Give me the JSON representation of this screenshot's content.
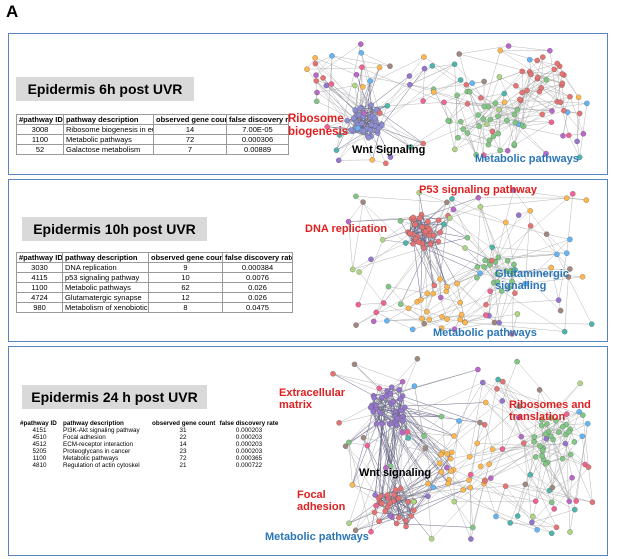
{
  "panel_letter": "A",
  "columns_6h": [
    "#pathway ID",
    "pathway description",
    "observed gene count",
    "false discovery rate"
  ],
  "panels": [
    {
      "title": "Epidermis 6h post UVR",
      "headers": [
        "#pathway ID",
        "pathway description",
        "observed gene count",
        "false discovery rate"
      ],
      "rows": [
        [
          "3008",
          "Ribosome biogenesis in eu",
          "14",
          "7.00E-05"
        ],
        [
          "1100",
          "Metabolic pathways",
          "72",
          "0.000306"
        ],
        [
          "52",
          "Galactose metabolism",
          "7",
          "0.00889"
        ]
      ],
      "labels": {
        "ribosome": "Ribosome\nbiogenesis",
        "wnt": "Wnt Signaling",
        "metabolic": "Metabolic pathways"
      }
    },
    {
      "title": "Epidermis 10h post UVR",
      "headers": [
        "#pathway ID",
        "pathway description",
        "observed gene count",
        "false discovery rate"
      ],
      "rows": [
        [
          "3030",
          "DNA replication",
          "9",
          "0.000384"
        ],
        [
          "4115",
          "p53 signaling pathway",
          "10",
          "0.0076"
        ],
        [
          "1100",
          "Metabolic pathways",
          "62",
          "0.026"
        ],
        [
          "4724",
          "Glutamatergic synapse",
          "12",
          "0.026"
        ],
        [
          "980",
          "Metabolism of xenobiotics",
          "8",
          "0.0475"
        ]
      ],
      "labels": {
        "p53": "P53 signaling pathway",
        "dna": "DNA replication",
        "glut": "Glutaminergic\nsignalling",
        "metabolic": "Metabolic pathways"
      }
    },
    {
      "title": "Epidermis 24 h post UVR",
      "headers": [
        "#pathway ID",
        "pathway description",
        "observed gene count",
        "false discovery rate"
      ],
      "rows": [
        [
          "4151",
          "PI3K-Akt signaling pathway",
          "31",
          "0.000203"
        ],
        [
          "4510",
          "Focal adhesion",
          "22",
          "0.000203"
        ],
        [
          "4512",
          "ECM-receptor interaction",
          "14",
          "0.000203"
        ],
        [
          "5205",
          "Proteoglycans in cancer",
          "23",
          "0.000203"
        ],
        [
          "1100",
          "Metabolic pathways",
          "72",
          "0.000365"
        ],
        [
          "4810",
          "Regulation of actin cytoskel",
          "21",
          "0.000722"
        ]
      ],
      "labels": {
        "ecm": "Extracellular\nmatrix",
        "ribo": "Ribosomes and\ntranslation",
        "wnt": "Wnt signaling",
        "focal": "Focal\nadhesion",
        "metabolic": "Metabolic pathways"
      }
    }
  ],
  "colors": {
    "border": "#5a83c4",
    "title_bg": "#d9d9d9",
    "red_label": "#e02020",
    "blue_label": "#2a76b8",
    "node_palette": [
      "#e57373",
      "#81c784",
      "#64b5f6",
      "#ba68c8",
      "#ffb74d",
      "#4db6ac",
      "#a1887f",
      "#9575cd",
      "#f06292",
      "#aed581"
    ]
  }
}
